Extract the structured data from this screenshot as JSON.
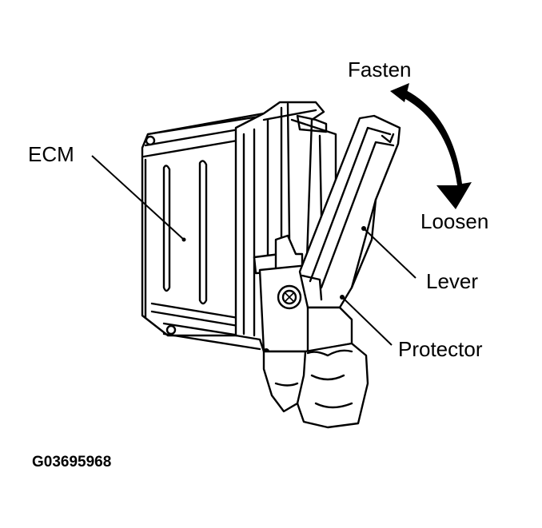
{
  "labels": {
    "fasten": "Fasten",
    "loosen": "Loosen",
    "ecm": "ECM",
    "lever": "Lever",
    "protector": "Protector"
  },
  "figure_code": "G03695968"
}
